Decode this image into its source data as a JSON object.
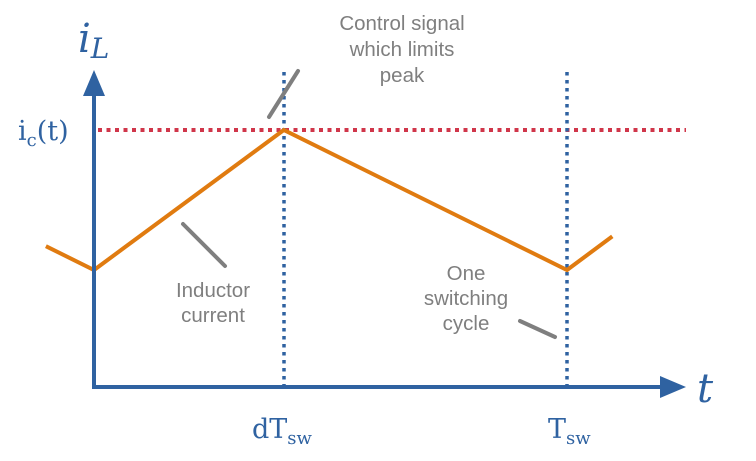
{
  "diagram": {
    "title": "Peak current mode control waveform",
    "axes": {
      "y_label": {
        "main": "i",
        "sub": "L"
      },
      "x_label": "t"
    },
    "levels": {
      "control_signal": {
        "main": "i",
        "sub": "c",
        "suffix": "(t)"
      }
    },
    "ticks": [
      {
        "main": "dT",
        "sub": "sw"
      },
      {
        "main": "T",
        "sub": "sw"
      }
    ],
    "annotations": {
      "control": [
        "Control signal",
        "which limits",
        "peak"
      ],
      "inductor": [
        "Inductor",
        "current"
      ],
      "cycle": [
        "One",
        "switching",
        "cycle"
      ]
    },
    "waveform": {
      "name": "Inductor current",
      "shape": "triangular",
      "points_normalized": [
        {
          "t": -0.17,
          "i": 0.17
        },
        {
          "t": 0.0,
          "i": 0.0
        },
        {
          "t": 0.67,
          "i": 1.0
        },
        {
          "t": 1.67,
          "i": 0.0
        },
        {
          "t": 1.83,
          "i": 0.24
        }
      ]
    },
    "colors": {
      "axis": "#2f62a1",
      "waveform": "#e07b10",
      "control_line": "#d0364a",
      "guide_line": "#2f62a1",
      "annotation": "#7f7f7f"
    }
  }
}
